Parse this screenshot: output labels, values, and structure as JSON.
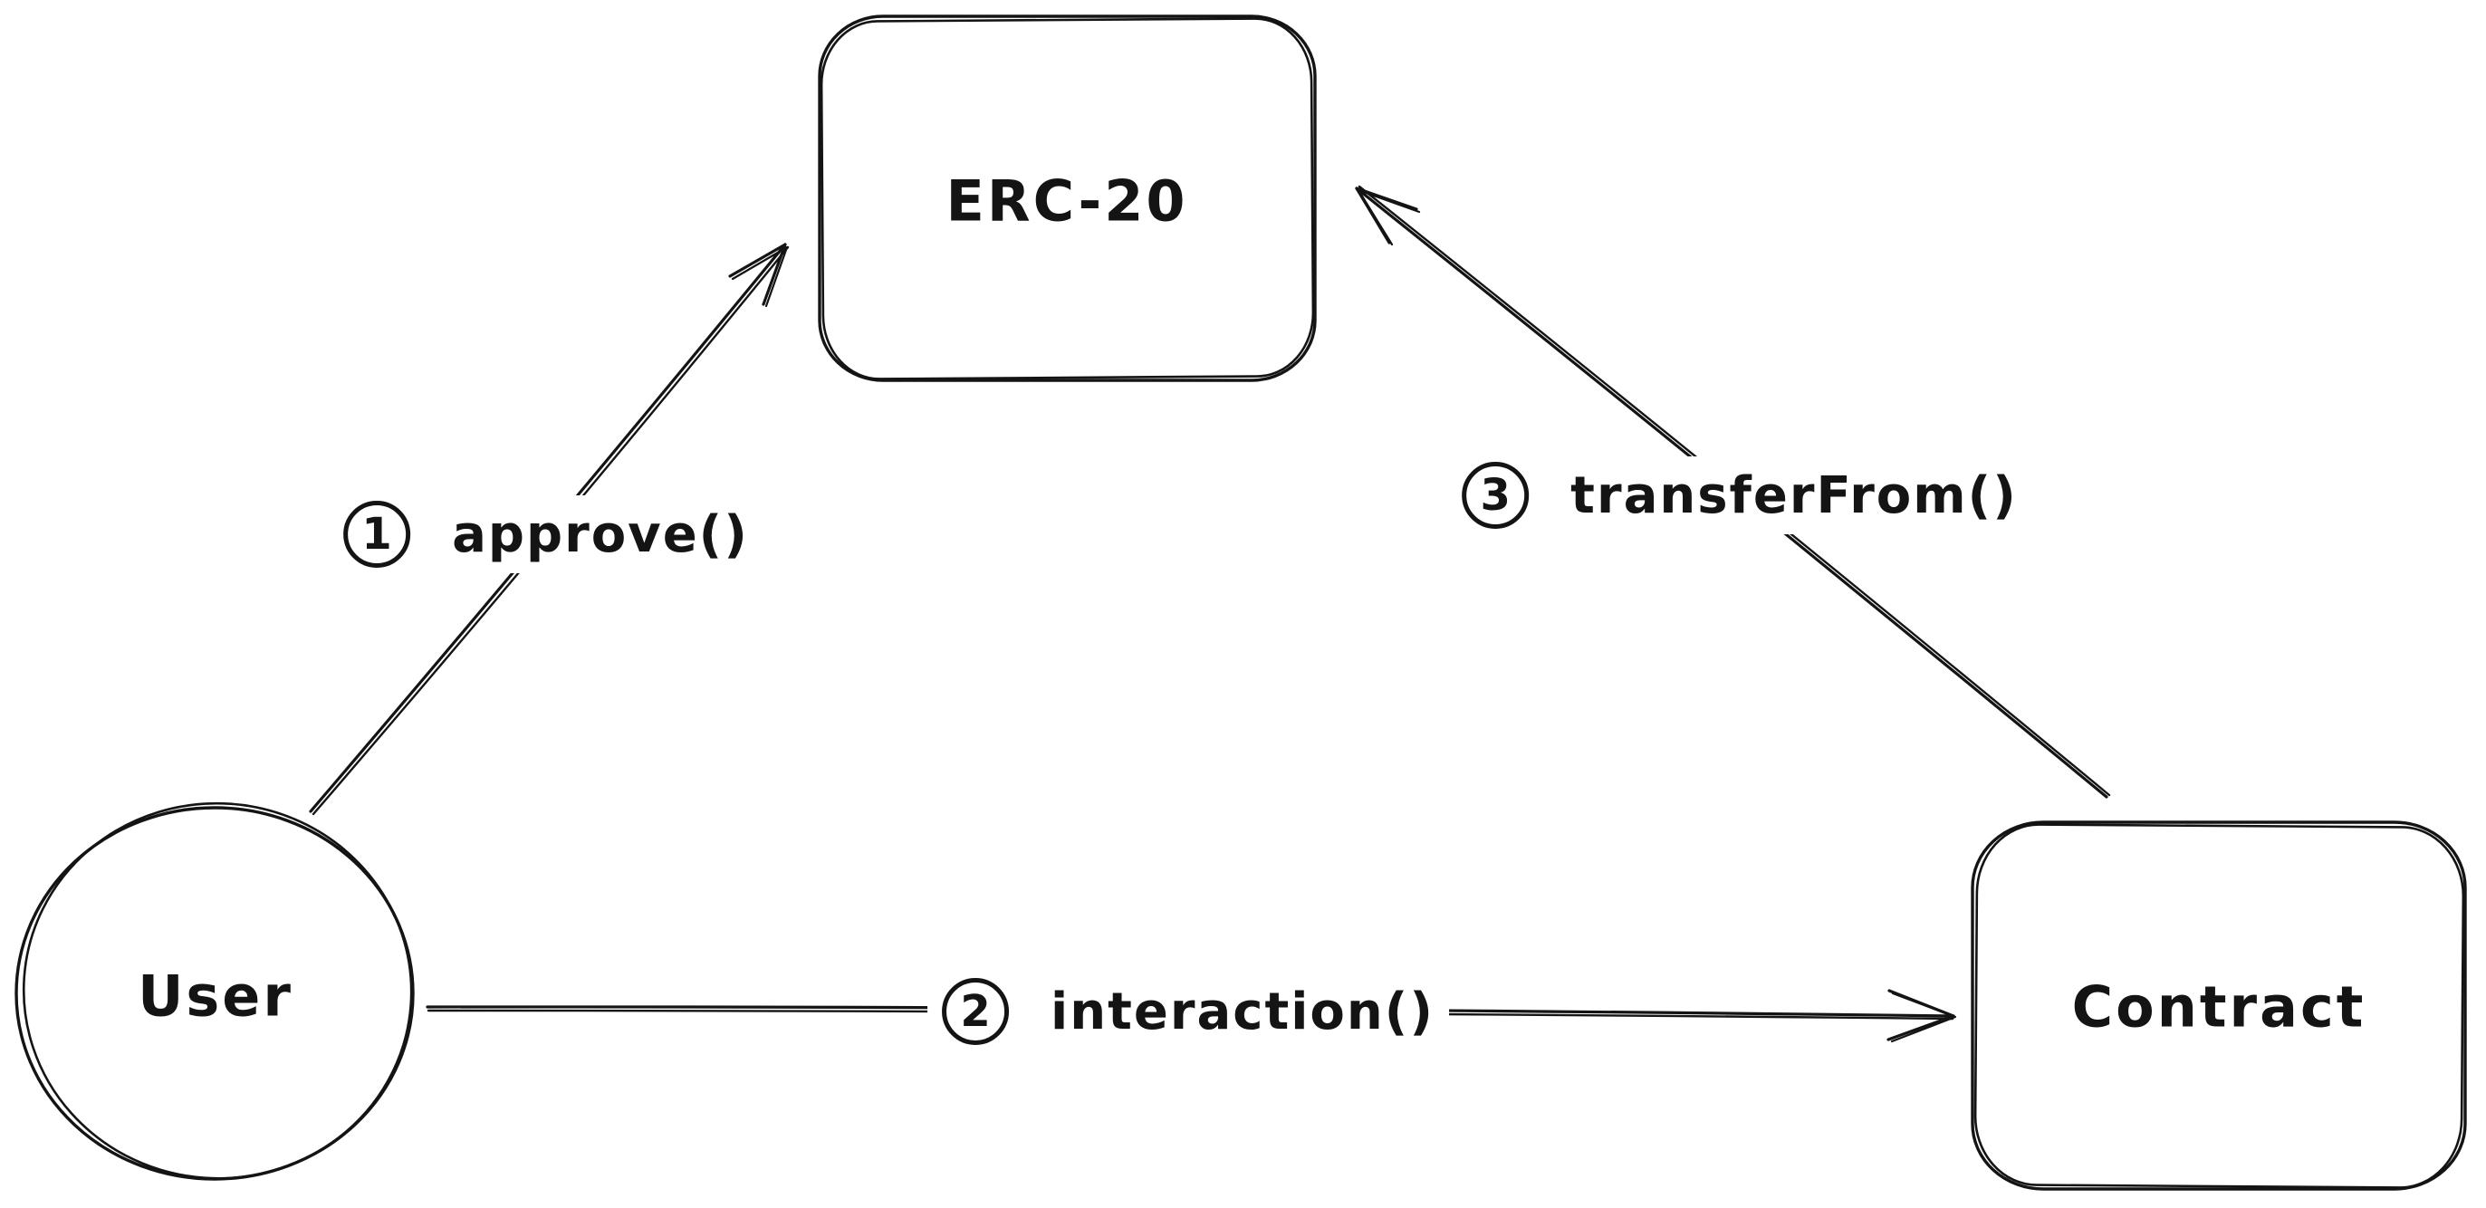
{
  "diagram": {
    "background_color": "#ffffff",
    "ink_color": "#141414",
    "nodes": {
      "erc20": {
        "label": "ERC-20",
        "shape": "rounded-rectangle"
      },
      "user": {
        "label": "User",
        "shape": "ellipse"
      },
      "contract": {
        "label": "Contract",
        "shape": "rounded-rectangle"
      }
    },
    "edges": {
      "approve": {
        "step": "1",
        "label": "approve()",
        "from": "User",
        "to": "ERC-20"
      },
      "interaction": {
        "step": "2",
        "label": "interaction()",
        "from": "User",
        "to": "Contract"
      },
      "transferFrom": {
        "step": "3",
        "label": "transferFrom()",
        "from": "Contract",
        "to": "ERC-20"
      }
    }
  }
}
